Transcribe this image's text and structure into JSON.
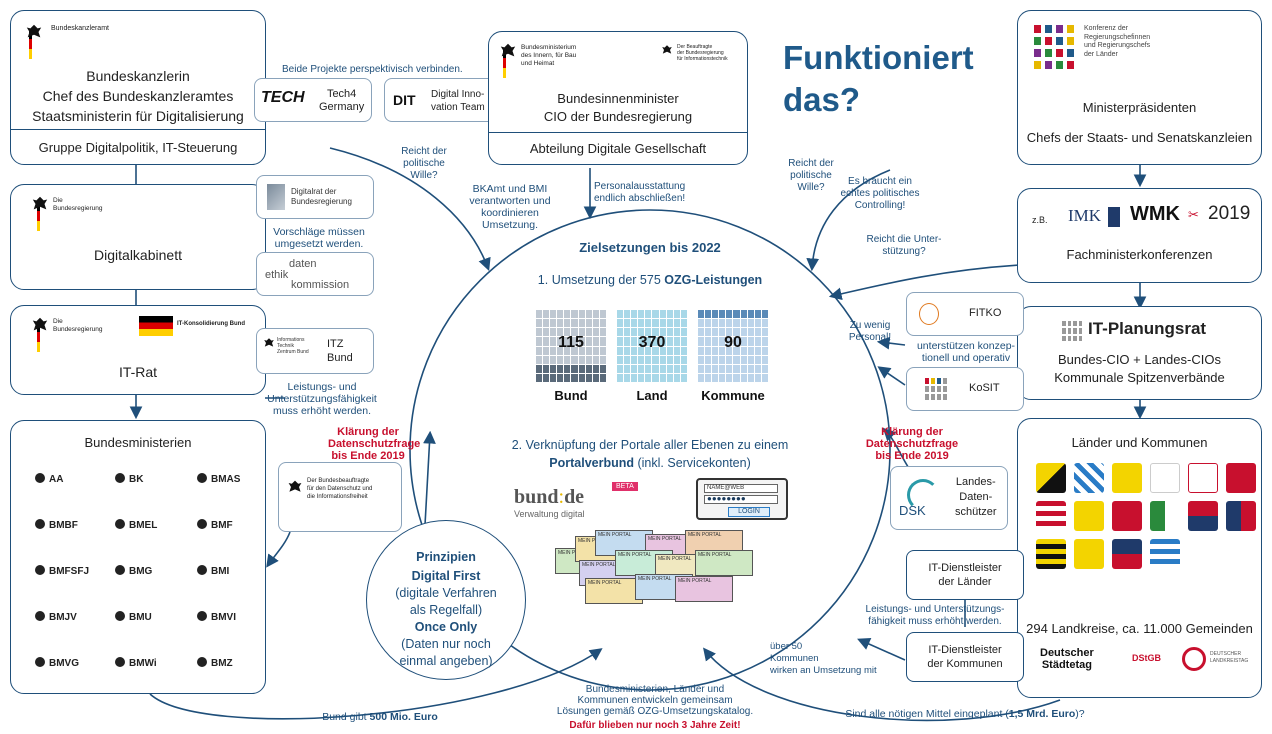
{
  "title": [
    "Funktioniert",
    "das?"
  ],
  "bundeskanzleramt": {
    "logo": "Bundeskanzleramt",
    "lines": [
      "Bundeskanzlerin",
      "Chef des Bundeskanzleramtes",
      "Staatsministerin für Digitalisierung"
    ],
    "footer": "Gruppe Digitalpolitik, IT-Steuerung"
  },
  "projects_note": "Beide Projekte perspektivisch verbinden.",
  "tech4germany": {
    "logo": "TECH",
    "label": [
      "Tech4",
      "Germany"
    ]
  },
  "dit": {
    "logo": "DIT",
    "label": [
      "Digital Inno-",
      "vation Team"
    ]
  },
  "bmi": {
    "logo": [
      "Bundesministerium",
      "des Innern, für Bau",
      "und Heimat"
    ],
    "logo2": [
      "Der Beauftragte",
      "der Bundesregierung",
      "für Informationstechnik"
    ],
    "lines": [
      "Bundesinnenminister",
      "CIO der Bundesregierung"
    ],
    "footer": "Abteilung Digitale Gesellschaft"
  },
  "mp": {
    "logo": [
      "Konferenz der",
      "Regierungschefinnen",
      "und Regierungschefs",
      "der Länder"
    ],
    "lines": [
      "Ministerpräsidenten",
      "Chefs der Staats- und Senatskanzleien"
    ]
  },
  "fmk": {
    "prefix": "z.B.",
    "imk": "IMK",
    "wmk": "WMK",
    "year": "2019",
    "label": "Fachministerkonferenzen"
  },
  "digitalkabinett": {
    "logo": [
      "Die",
      "Bundesregierung"
    ],
    "label": "Digitalkabinett"
  },
  "digitalrat": [
    "Digitalrat der",
    "Bundesregierung"
  ],
  "vorschlaege": [
    "Vorschläge müssen",
    "umgesetzt werden."
  ],
  "datenethik": {
    "a": "daten",
    "b": "ethik",
    "c": "kommission"
  },
  "itrat": {
    "logo": [
      "Die",
      "Bundesregierung"
    ],
    "logo2": "IT-Konsolidierung Bund",
    "label": "IT-Rat"
  },
  "itz": {
    "logo": [
      "Informations",
      "Technik",
      "Zentrum Bund"
    ],
    "label": [
      "ITZ",
      "Bund"
    ]
  },
  "leistung_note": [
    "Leistungs- und",
    "Unterstützungsfähigkeit",
    "muss erhöht werden."
  ],
  "bundesministerien": {
    "title": "Bundesministerien",
    "items": [
      "AA",
      "BK",
      "BMAS",
      "BMBF",
      "BMEL",
      "BMF",
      "BMFSFJ",
      "BMG",
      "BMI",
      "BMJV",
      "BMU",
      "BMVI",
      "BMVG",
      "BMWi",
      "BMZ"
    ]
  },
  "bfdi": [
    "Der Bundesbeauftragte",
    "für den Datenschutz und",
    "die Informationsfreiheit"
  ],
  "klaerung_left": [
    "Klärung der",
    "Datenschutzfrage",
    "bis Ende 2019"
  ],
  "klaerung_right": [
    "Klärung der",
    "Datenschutzfrage",
    "bis Ende 2019"
  ],
  "itpr": {
    "name": "IT-Planungsrat",
    "lines": [
      "Bundes-CIO + Landes-CIOs",
      "Kommunale Spitzenverbände"
    ]
  },
  "fitko": "FITKO",
  "kosit": "KoSIT",
  "unterstuetzen": [
    "unterstützen konzep-",
    "tionell und operativ"
  ],
  "zu_wenig": [
    "Zu wenig",
    "Personal!"
  ],
  "laender": {
    "title": "Länder und Kommunen",
    "footer": "294 Landkreise, ca. 11.000 Gemeinden"
  },
  "dsk": {
    "logo": "DSK",
    "label": [
      "Landes-",
      "Daten-",
      "schützer"
    ]
  },
  "itdl_laender": [
    "IT-Dienstleister",
    "der Länder"
  ],
  "itdl_kommunen": [
    "IT-Dienstleister",
    "der Kommunen"
  ],
  "itdl_note": [
    "Leistungs- und Unterstützungs-",
    "fähigkeit muss erhöht werden."
  ],
  "ueber50": [
    "über 50",
    "Kommunen",
    "wirken an Umsetzung mit"
  ],
  "staedtetag": [
    "Deutscher",
    "Städtetag"
  ],
  "dstgb": "DStGB",
  "landkreistag": [
    "DEUTSCHER",
    "LANDKREISTAG"
  ],
  "center": {
    "heading": "Zielsetzungen bis 2022",
    "goal1_pre": "1. Umsetzung der 575 ",
    "goal1_bold": "OZG-Leistungen",
    "counts": [
      {
        "value": "115",
        "label": "Bund"
      },
      {
        "value": "370",
        "label": "Land"
      },
      {
        "value": "90",
        "label": "Kommune"
      }
    ],
    "goal2": "2. Verknüpfung der Portale aller Ebenen zu einem",
    "goal2_bold": "Portalverbund",
    "goal2_rest": " (inkl. Servicekonten)",
    "bundde": {
      "a": "bund",
      "b": "de",
      "beta": "BETA",
      "sub": "Verwaltung digital"
    },
    "login": {
      "name": "NAME@WEB",
      "button": "LOGIN"
    },
    "portal": "MEIN PORTAL"
  },
  "prinzipien": {
    "title": "Prinzipien",
    "p1": "Digital First",
    "p1_note": [
      "(digitale Verfahren",
      "als Regelfall)"
    ],
    "p2": "Once Only",
    "p2_note": [
      "(Daten nur noch",
      "einmal angeben)"
    ]
  },
  "arrows": {
    "reicht_left": [
      "Reicht der",
      "politische",
      "Wille?"
    ],
    "bkamt": [
      "BKAmt und BMI",
      "verantworten und",
      "koordinieren",
      "Umsetzung."
    ],
    "personal": [
      "Personalausstattung",
      "endlich abschließen!"
    ],
    "reicht_right": [
      "Reicht der",
      "politische",
      "Wille?"
    ],
    "controlling": [
      "Es braucht ein",
      "echtes politisches",
      "Controlling!"
    ],
    "unterstuetzung": [
      "Reicht die Unter-",
      "stützung?"
    ],
    "bund_gibt_pre": "Bund gibt ",
    "bund_gibt_bold": "500 Mio. Euro",
    "gemeinsam": [
      "Bundesministerien, Länder und",
      "Kommunen entwickeln gemeinsam",
      "Lösungen gemäß OZG-Umsetzungskatalog."
    ],
    "drei_jahre": "Dafür blieben nur noch 3 Jahre Zeit!",
    "mittel_pre": "Sind alle nötigen Mittel eingeplant (",
    "mittel_bold": "1,5 Mrd. Euro",
    "mittel_post": ")?"
  },
  "colors": {
    "primary": "#1f4f7a",
    "accent_red": "#c8102e",
    "grid_bund": "#bfc8d2",
    "grid_land": "#a8d8e8",
    "grid_kommune": "#bcd4ea"
  }
}
